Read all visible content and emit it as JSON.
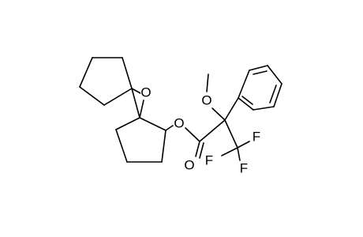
{
  "molecule": {
    "atoms": {
      "epoxide_oxygen": "O",
      "ester_oxygen": "O",
      "carbonyl_oxygen": "O",
      "methoxy_oxygen": "O",
      "fluorine_1": "F",
      "fluorine_2": "F",
      "fluorine_3": "F"
    }
  }
}
